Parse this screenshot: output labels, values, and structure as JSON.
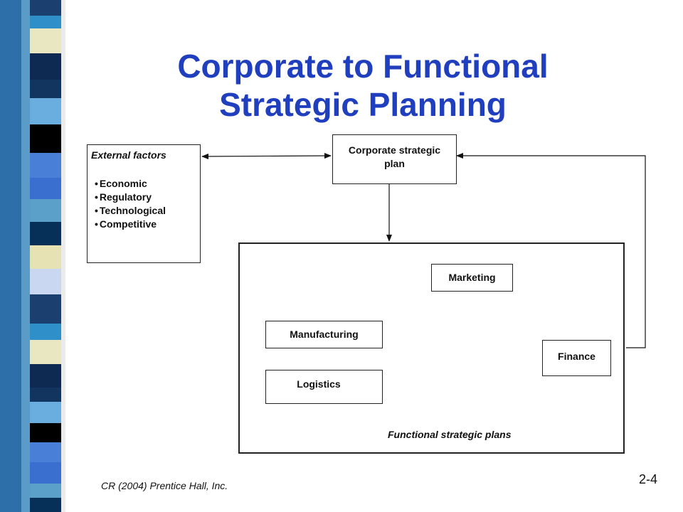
{
  "title": {
    "line1": "Corporate to Functional",
    "line2": "Strategic Planning"
  },
  "external": {
    "heading": "External factors",
    "items": [
      "Economic",
      "Regulatory",
      "Technological",
      "Competitive"
    ]
  },
  "corporate": {
    "line1": "Corporate strategic",
    "line2": "plan"
  },
  "functional": {
    "marketing": "Marketing",
    "manufacturing": "Manufacturing",
    "logistics": "Logistics",
    "finance": "Finance",
    "caption": "Functional strategic plans"
  },
  "footer": {
    "credit": "CR (2004) Prentice Hall, Inc.",
    "page_number": "2-4"
  },
  "colors": {
    "title": "#1f3fbf"
  }
}
